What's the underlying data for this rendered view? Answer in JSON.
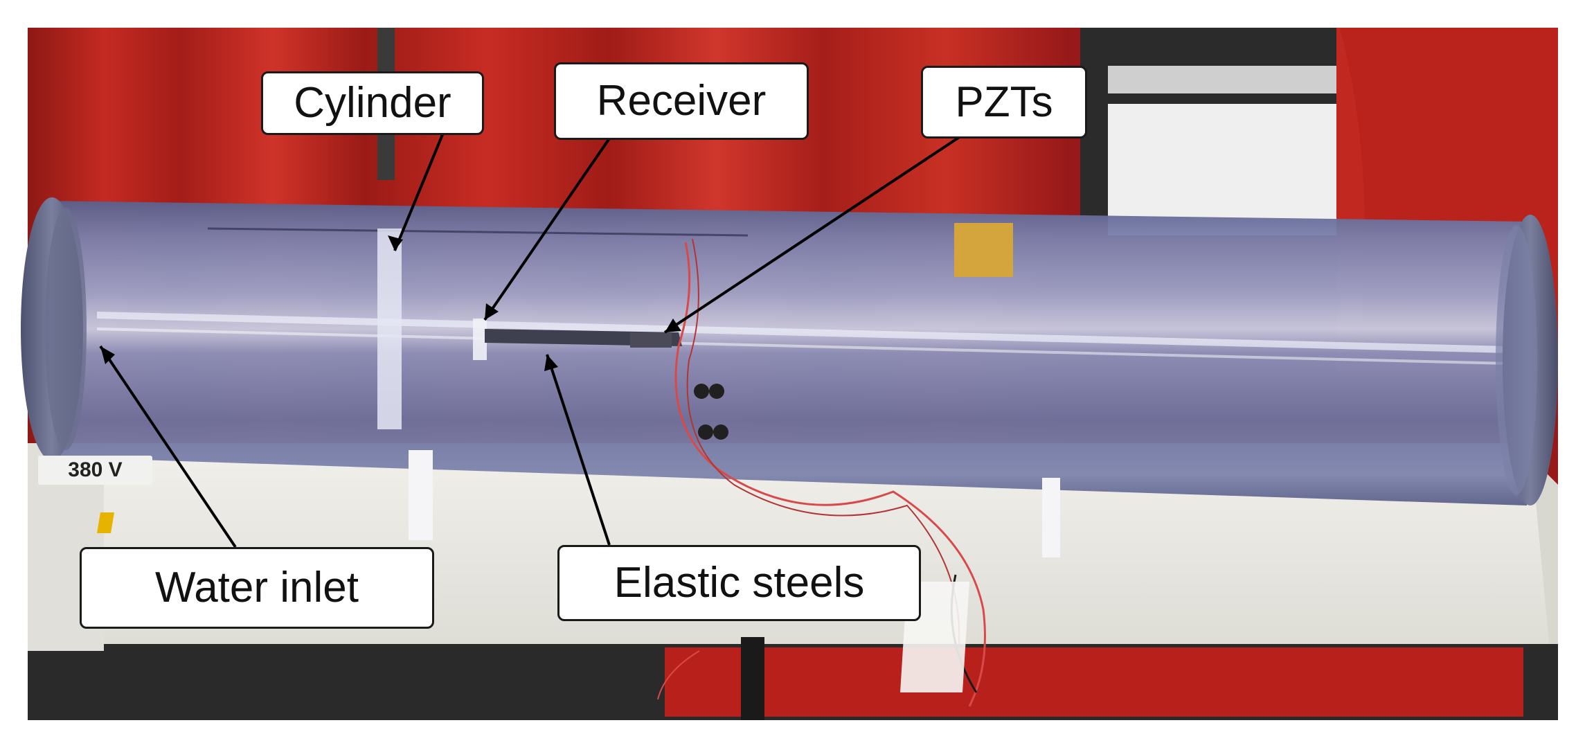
{
  "labels": {
    "cylinder": "Cylinder",
    "receiver": "Receiver",
    "pzts": "PZTs",
    "water_inlet": "Water inlet",
    "elastic_steels": "Elastic steels"
  },
  "sticker_text": "380 V",
  "colors": {
    "curtain": "#b8211c",
    "tube": "#6a6f9c",
    "table": "#e9e8e2",
    "label_border": "#1a1a1a",
    "tape": "#d4a53c"
  }
}
